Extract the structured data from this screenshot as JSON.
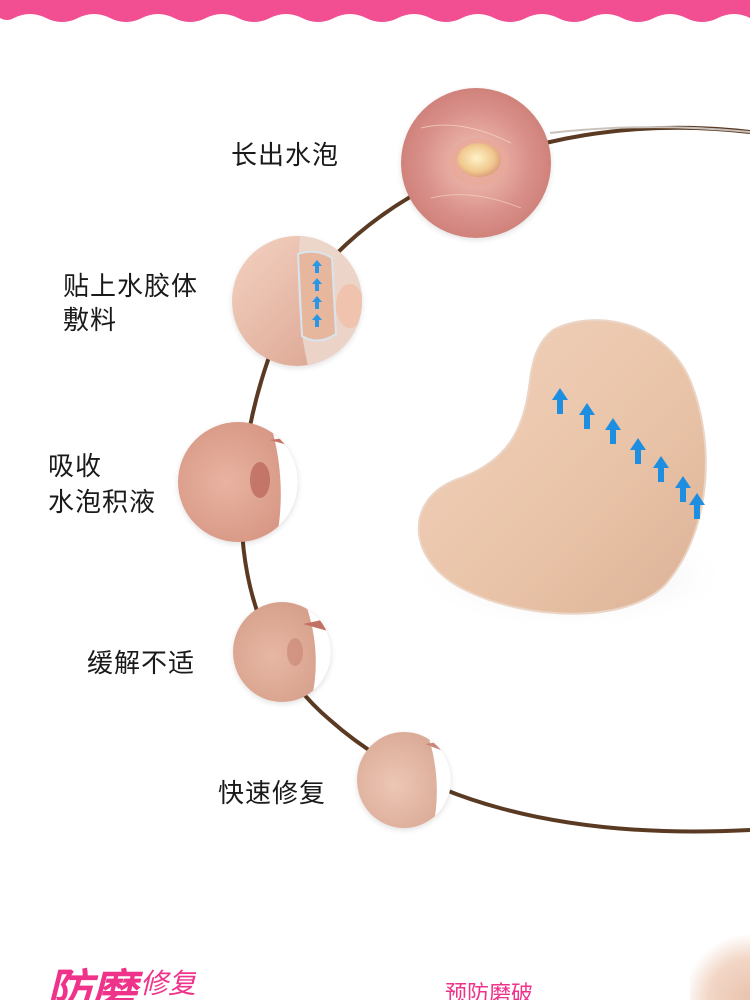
{
  "steps": [
    {
      "label": "长出水泡"
    },
    {
      "label_line1": "贴上水胶体",
      "label_line2": "敷料"
    },
    {
      "label_line1": "吸收",
      "label_line2": "水泡积液"
    },
    {
      "label": "缓解不适"
    },
    {
      "label": "快速修复"
    }
  ],
  "bottom": {
    "title_main": "防磨",
    "title_small": "修复",
    "subtitle": "预防磨破"
  },
  "colors": {
    "wave": "#f24f93",
    "arc": "#5a3a22",
    "accent": "#f0338a",
    "arrow": "#1e8fe0",
    "patch": "#e8c2a5"
  }
}
